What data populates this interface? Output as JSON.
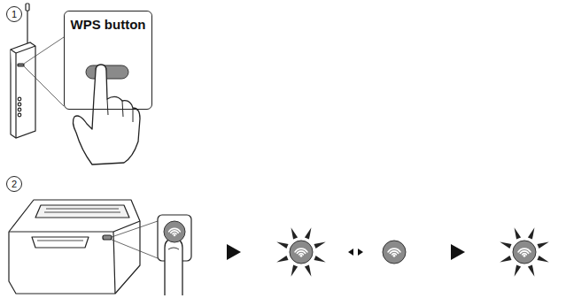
{
  "diagram": {
    "nodes": [
      {
        "text": [
          "WPS button"
        ]
      }
    ],
    "labels": [
      "1",
      "2"
    ]
  }
}
